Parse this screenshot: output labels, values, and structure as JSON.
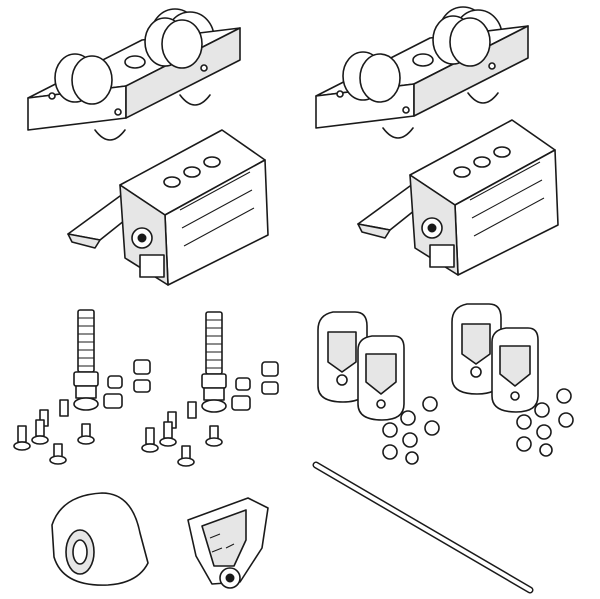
{
  "figure": {
    "kind": "hardware-kit-line-drawing",
    "colors": {
      "line": "#1a1a1a",
      "fill": "#ffffff",
      "shade": "#e6e6e6"
    },
    "parts": [
      {
        "id": "carriage-left",
        "icon": "roller-carriage"
      },
      {
        "id": "carriage-right",
        "icon": "roller-carriage"
      },
      {
        "id": "clamp-left",
        "icon": "door-clamp"
      },
      {
        "id": "clamp-right",
        "icon": "door-clamp"
      },
      {
        "id": "bolt-set-left",
        "icon": "bolt-set"
      },
      {
        "id": "bolt-set-right",
        "icon": "bolt-set"
      },
      {
        "id": "bracket-set-left",
        "icon": "bracket-set"
      },
      {
        "id": "bracket-set-right",
        "icon": "bracket-set"
      },
      {
        "id": "stopper",
        "icon": "rubber-stopper"
      },
      {
        "id": "guide",
        "icon": "floor-guide"
      },
      {
        "id": "rod",
        "icon": "rod"
      }
    ]
  }
}
